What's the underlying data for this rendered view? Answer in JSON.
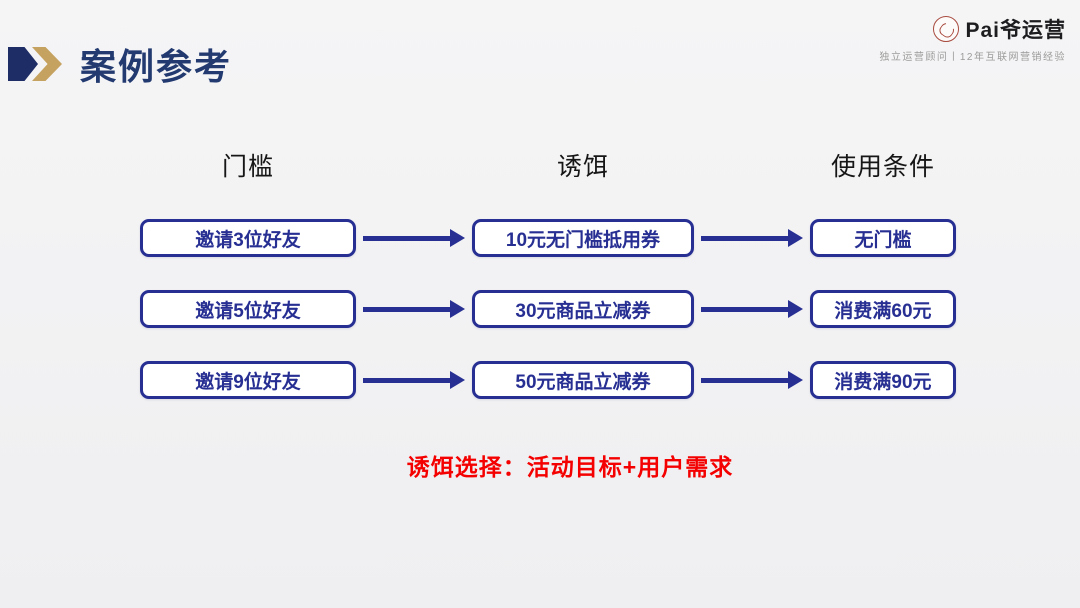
{
  "title": "案例参考",
  "brand": {
    "name": "Pai爷运营",
    "tagline": "独立运营顾问丨12年互联网营销经验"
  },
  "columns": [
    "门槛",
    "诱饵",
    "使用条件"
  ],
  "rows": [
    {
      "threshold": "邀请3位好友",
      "bait": "10元无门槛抵用券",
      "condition": "无门槛"
    },
    {
      "threshold": "邀请5位好友",
      "bait": "30元商品立减券",
      "condition": "消费满60元"
    },
    {
      "threshold": "邀请9位好友",
      "bait": "50元商品立减券",
      "condition": "消费满90元"
    }
  ],
  "footnote": "诱饵选择：活动目标+用户需求",
  "colors": {
    "navy": "#272f93",
    "title_navy": "#223a70",
    "gold": "#c5a260",
    "red": "#f40000",
    "background": "#f2f2f3"
  }
}
